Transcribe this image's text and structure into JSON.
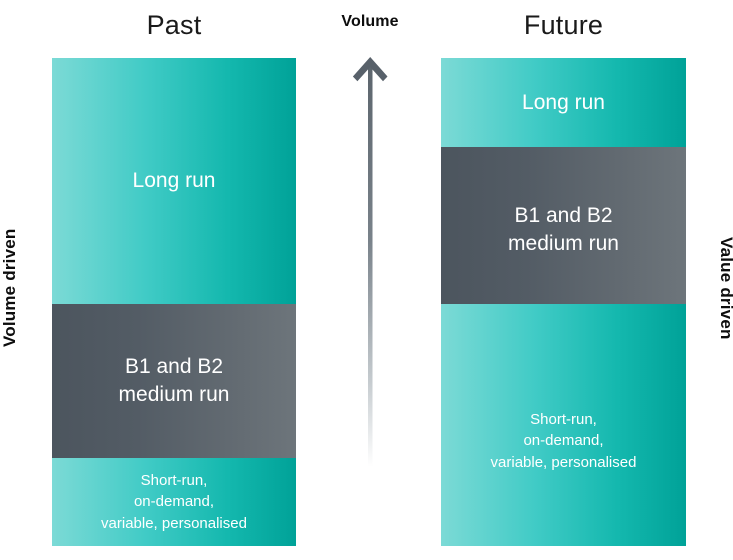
{
  "headings": {
    "past": "Past",
    "future": "Future",
    "axis_title": "Volume"
  },
  "side_labels": {
    "left": "Volume driven",
    "right": "Value driven"
  },
  "colors": {
    "teal_light": "#7cdad6",
    "teal_dark": "#00a298",
    "grey_light": "#6d757b",
    "grey_dark": "#4c555e",
    "arrow": "#5c656d",
    "text_on_fill": "#ffffff",
    "text_dark": "#0d0d0d"
  },
  "chart_data": {
    "type": "bar",
    "title": "Volume",
    "xlabel": "",
    "ylabel": "Volume",
    "grid": false,
    "legend": "none",
    "annotations": {
      "left_axis": "Volume driven",
      "right_axis": "Value driven",
      "arrow_direction": "up",
      "arrow_meaning": "Volume increases upward"
    },
    "categories": [
      "Past",
      "Future"
    ],
    "stack_order_bottom_to_top": [
      "Short-run, on-demand, variable, personalised",
      "B1 and B2 medium run",
      "Long run"
    ],
    "series": [
      {
        "name": "Short-run, on-demand, variable, personalised",
        "values": [
          18,
          50
        ],
        "color": "#00a298"
      },
      {
        "name": "B1 and B2 medium run",
        "values": [
          32,
          32
        ],
        "color": "#5c656d"
      },
      {
        "name": "Long run",
        "values": [
          50,
          18
        ],
        "color": "#41cbc6"
      }
    ],
    "units": "percent of total volume"
  },
  "columns": {
    "past": {
      "label": "Past",
      "segments": [
        {
          "id": "past-long",
          "label": "Long run",
          "fill": "teal",
          "share_pct": 50
        },
        {
          "id": "past-medium",
          "label_line1": "B1 and B2",
          "label_line2": "medium run",
          "fill": "grey",
          "share_pct": 32
        },
        {
          "id": "past-short",
          "label_line1": "Short-run,",
          "label_line2": "on-demand,",
          "label_line3": "variable, personalised",
          "fill": "teal",
          "share_pct": 18
        }
      ]
    },
    "future": {
      "label": "Future",
      "segments": [
        {
          "id": "future-long",
          "label": "Long run",
          "fill": "teal",
          "share_pct": 18
        },
        {
          "id": "future-medium",
          "label_line1": "B1 and B2",
          "label_line2": "medium run",
          "fill": "grey",
          "share_pct": 32
        },
        {
          "id": "future-short",
          "label_line1": "Short-run,",
          "label_line2": "on-demand,",
          "label_line3": "variable, personalised",
          "fill": "teal",
          "share_pct": 50
        }
      ]
    }
  }
}
